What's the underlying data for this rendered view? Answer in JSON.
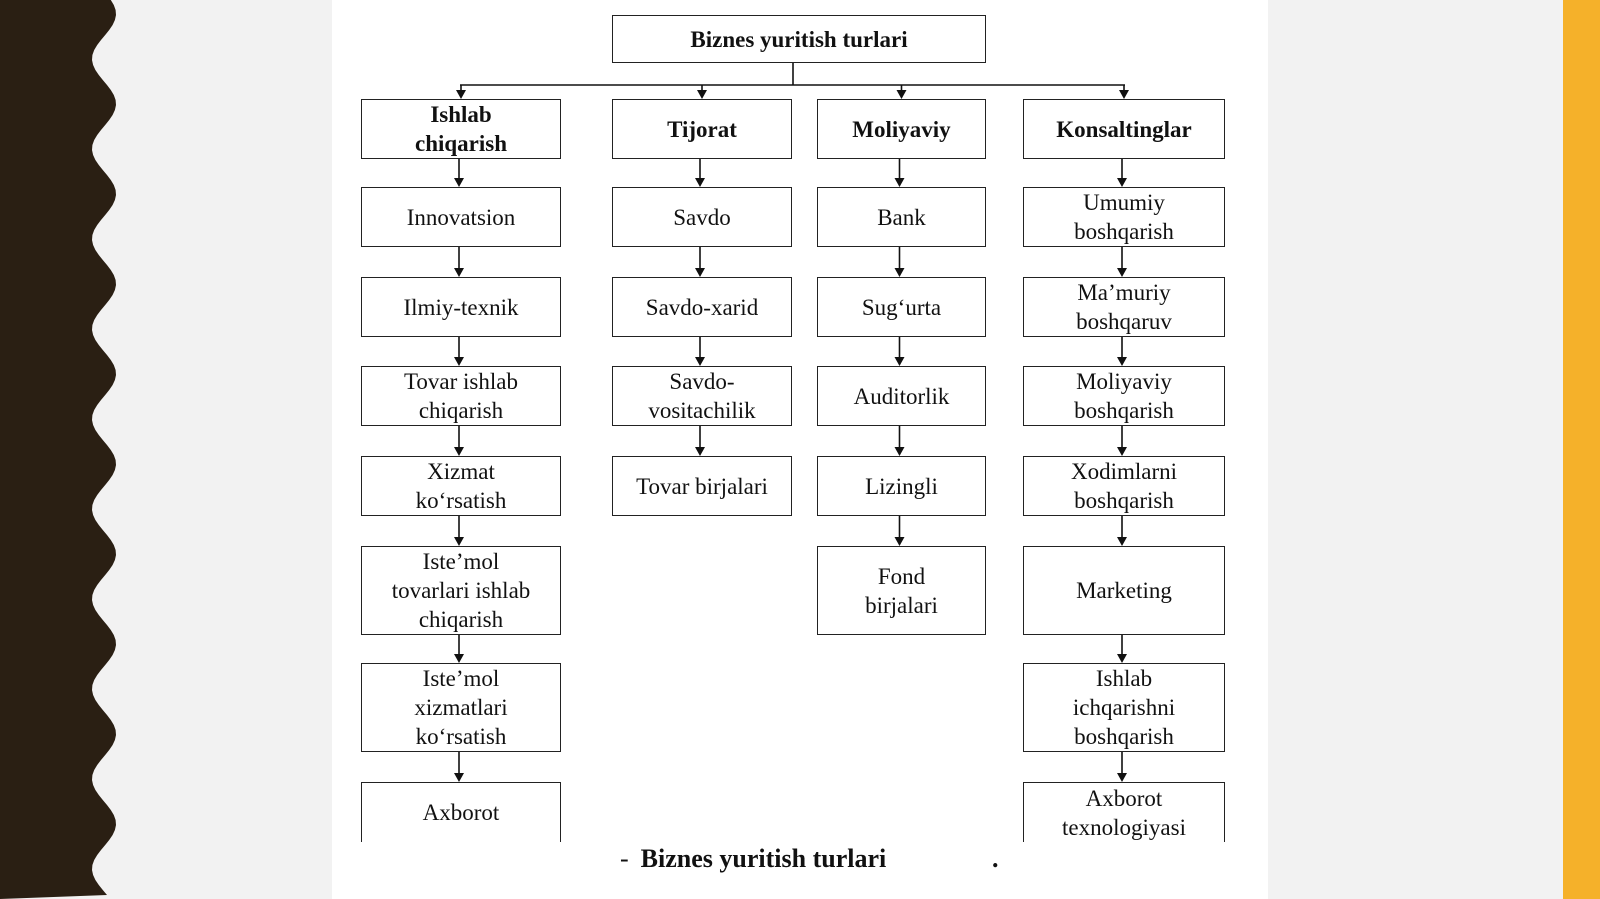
{
  "root": "Biznes yuritish turlari",
  "columns": [
    {
      "header": "Ishlab\nchiqarish",
      "items": [
        "Innovatsion",
        "Ilmiy-texnik",
        "Tovar ishlab\nchiqarish",
        "Xizmat\nko‘rsatish",
        "Iste’mol\ntovarlari ishlab\nchiqarish",
        "Iste’mol\nxizmatlari\nko‘rsatish",
        "Axborot"
      ]
    },
    {
      "header": "Tijorat",
      "items": [
        "Savdo",
        "Savdo-xarid",
        "Savdo-\nvositachilik",
        "Tovar birjalari"
      ]
    },
    {
      "header": "Moliyaviy",
      "items": [
        "Bank",
        "Sug‘urta",
        "Auditorlik",
        "Lizingli",
        "Fond\nbirjalari"
      ]
    },
    {
      "header": "Konsaltinglar",
      "items": [
        "Umumiy\nboshqarish",
        "Ma’muriy\nboshqaruv",
        "Moliyaviy\nboshqarish",
        "Xodimlarni\nboshqarish",
        "Marketing",
        "Ishlab\nichqarishni\nboshqarish",
        "Axborot\ntexnologiyasi"
      ]
    }
  ],
  "caption": {
    "dash": "-",
    "text": "Biznes yuritish turlari",
    "dot": "."
  },
  "colors": {
    "left_decoration": "#2a1f13",
    "right_accent": "#f5b12a"
  }
}
